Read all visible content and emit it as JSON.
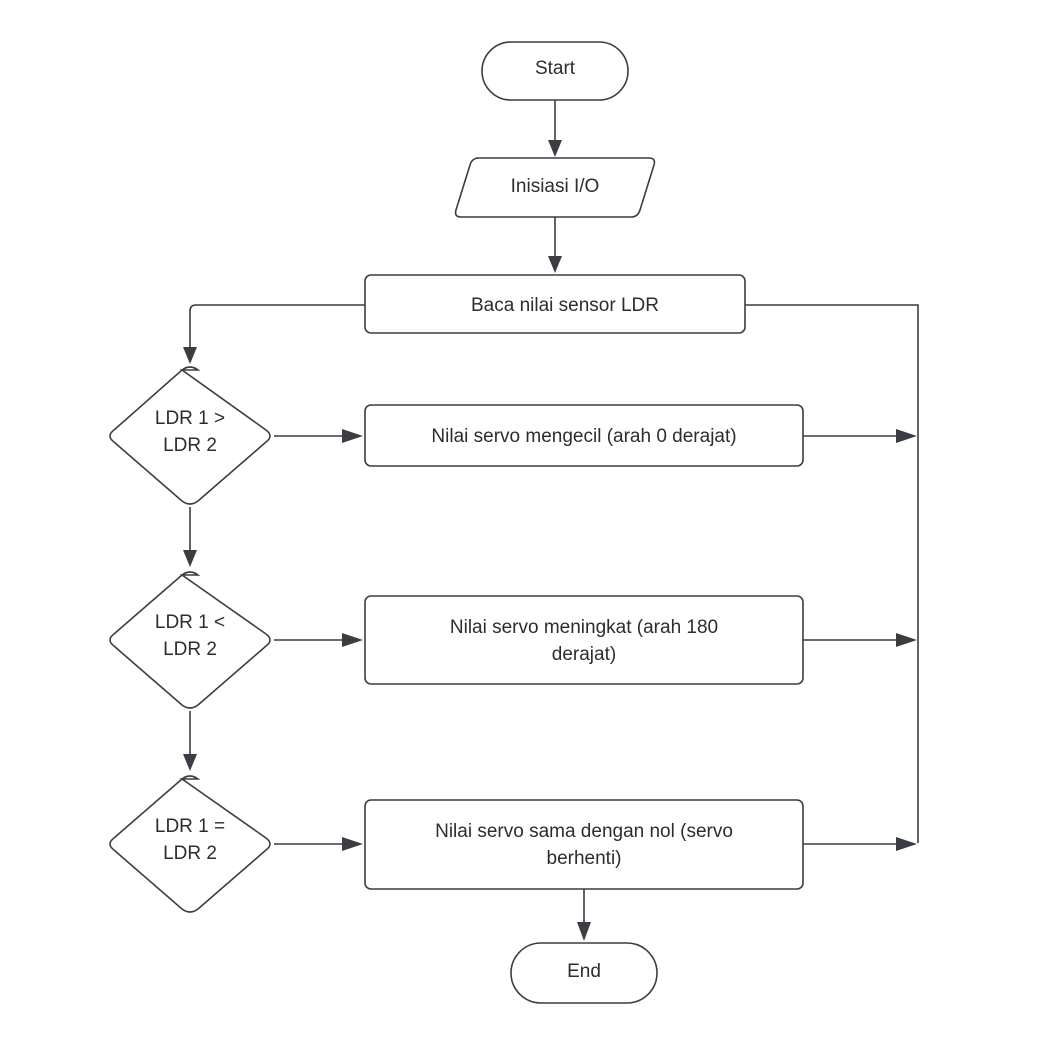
{
  "nodes": {
    "start": {
      "label": "Start"
    },
    "init": {
      "label": "Inisiasi I/O"
    },
    "read": {
      "label": "Baca nilai sensor  LDR"
    },
    "cond1": {
      "line1": "LDR 1 >",
      "line2": "LDR 2"
    },
    "act1": {
      "label": "Nilai servo mengecil (arah 0 derajat)"
    },
    "cond2": {
      "line1": "LDR 1 <",
      "line2": "LDR 2"
    },
    "act2": {
      "line1": "Nilai servo meningkat (arah 180",
      "line2": "derajat)"
    },
    "cond3": {
      "line1": "LDR 1 =",
      "line2": "LDR 2"
    },
    "act3": {
      "line1": "Nilai servo sama dengan nol (servo",
      "line2": "berhenti)"
    },
    "end": {
      "label": "End"
    }
  },
  "colors": {
    "stroke": "#3a3d42",
    "fill": "#ffffff",
    "text": "#2b2d31"
  }
}
